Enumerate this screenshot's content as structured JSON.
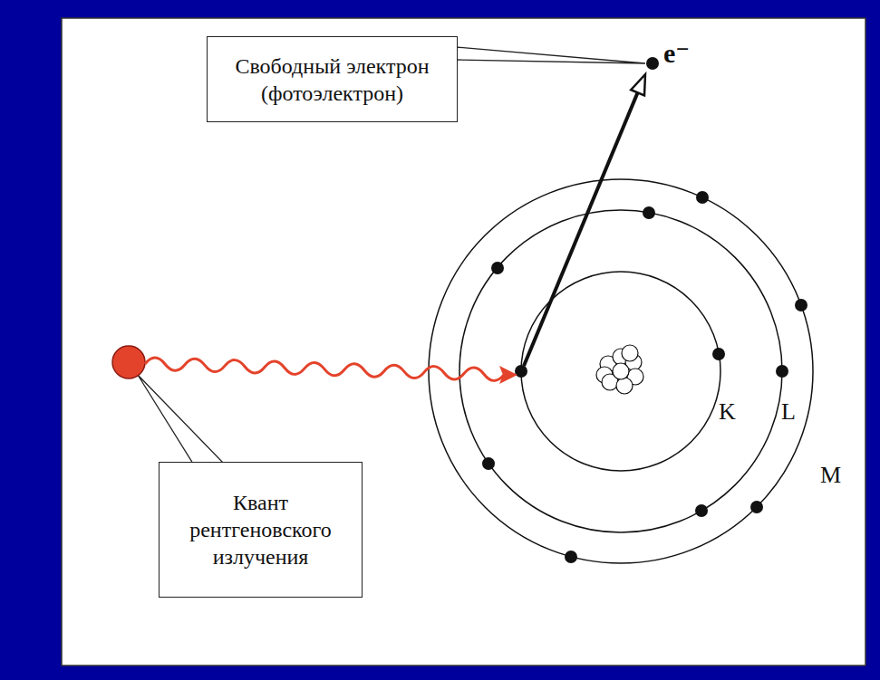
{
  "diagram": {
    "nodes": [
      {
        "text": [
          "Свободный электрон (фотоэлектрон)"
        ]
      },
      {
        "text": [
          "Квант рентгеновского излучения"
        ]
      }
    ],
    "labels": [
      "e⁻",
      "K",
      "L",
      "M"
    ]
  }
}
